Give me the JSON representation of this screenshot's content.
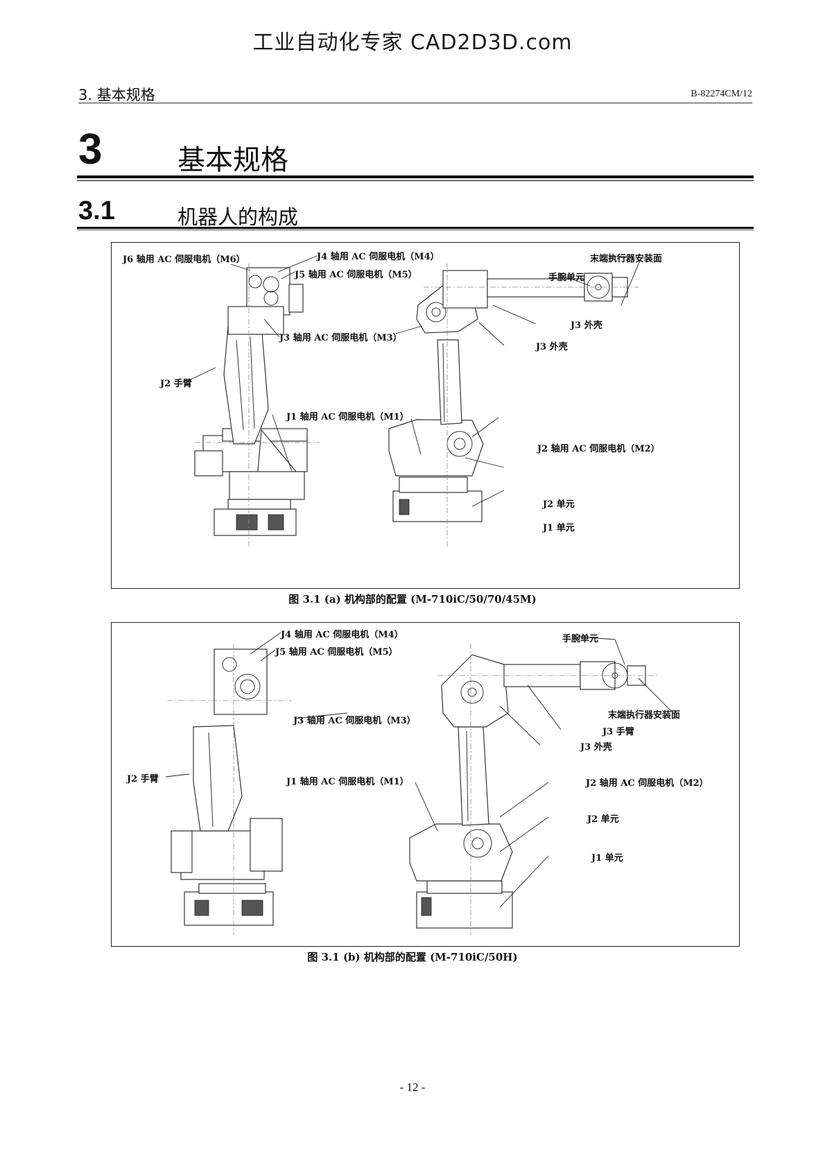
{
  "watermark": "工业自动化专家 CAD2D3D.com",
  "header": {
    "section": "3.  基本规格",
    "doc_id": "B-82274CM/12"
  },
  "chapter": {
    "number": "3",
    "title": "基本规格"
  },
  "section": {
    "number": "3.1",
    "title": "机器人的构成"
  },
  "figure_a": {
    "caption": "图 3.1 (a)  机构部的配置  (M-710iC/50/70/45M)",
    "labels": {
      "j6_motor": "J6 轴用 AC 伺服电机（M6）",
      "j4_motor": "J4 轴用 AC 伺服电机（M4）",
      "j5_motor": "J5 轴用 AC 伺服电机（M5）",
      "j3_motor": "J3 轴用 AC 伺服电机（M3）",
      "j2_arm": "J2 手臂",
      "j1_motor": "J1 轴用 AC 伺服电机（M1）",
      "flange": "末端执行器安装面",
      "wrist": "手腕单元",
      "j3_casing_1": "J3 外壳",
      "j3_casing_2": "J3 外壳",
      "j2_motor": "J2 轴用 AC 伺服电机（M2）",
      "j2_unit": "J2 单元",
      "j1_unit": "J1 单元"
    }
  },
  "figure_b": {
    "caption": "图 3.1 (b)  机构部的配置  (M-710iC/50H)",
    "labels": {
      "j4_motor": "J4 轴用 AC 伺服电机（M4）",
      "j5_motor": "J5 轴用 AC 伺服电机（M5）",
      "j3_motor": "J3 轴用 AC 伺服电机（M3）",
      "j2_arm": "J2 手臂",
      "j1_motor": "J1 轴用 AC 伺服电机（M1）",
      "wrist": "手腕单元",
      "flange": "末端执行器安装面",
      "j3_arm": "J3 手臂",
      "j3_casing": "J3 外壳",
      "j2_motor": "J2 轴用 AC 伺服电机（M2）",
      "j2_unit": "J2 单元",
      "j1_unit": "J1 单元"
    }
  },
  "page_number": "- 12 -"
}
